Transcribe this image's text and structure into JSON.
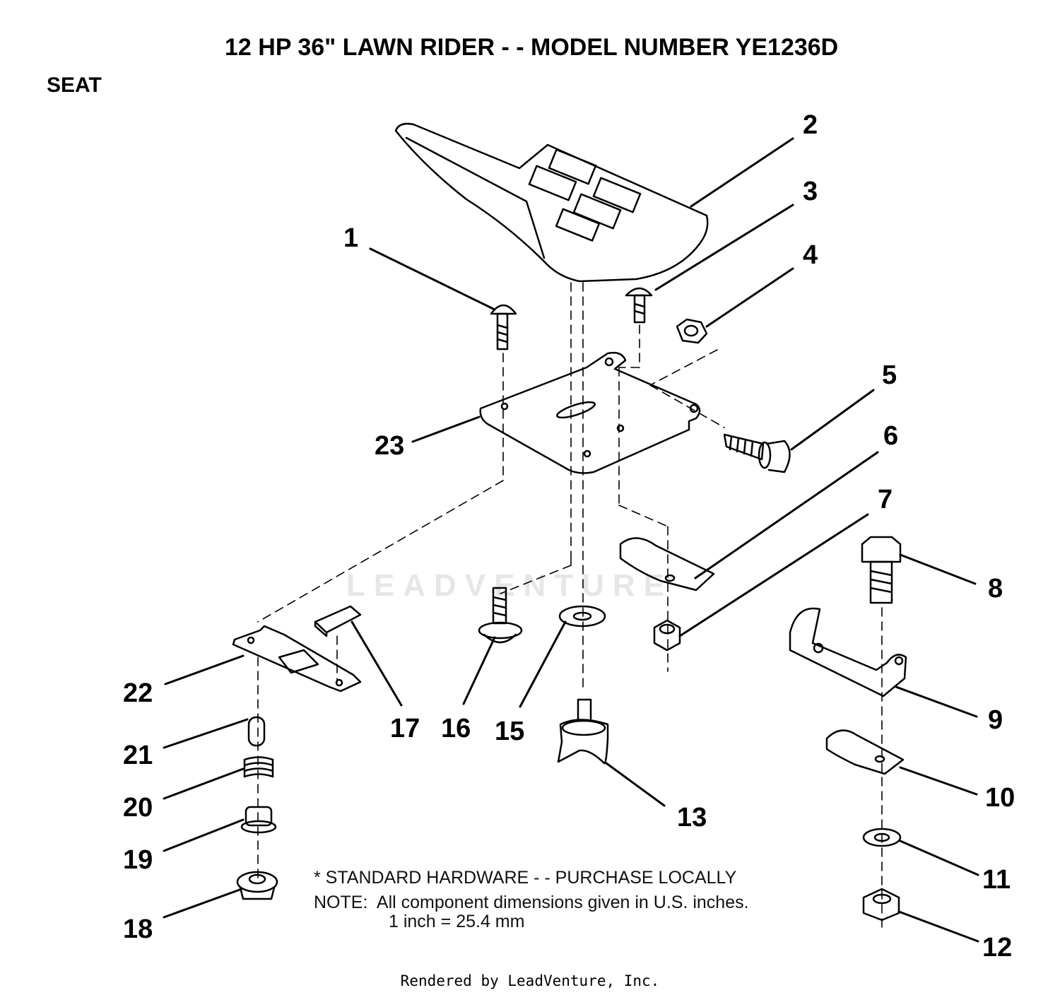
{
  "header": {
    "title": "12 HP 36\" LAWN RIDER - - MODEL NUMBER YE1236D",
    "section": "SEAT"
  },
  "callouts": [
    {
      "n": "1",
      "part": "carriage-bolt"
    },
    {
      "n": "2",
      "part": "seat"
    },
    {
      "n": "3",
      "part": "screw"
    },
    {
      "n": "4",
      "part": "nut"
    },
    {
      "n": "5",
      "part": "shoulder-bolt"
    },
    {
      "n": "6",
      "part": "clip"
    },
    {
      "n": "7",
      "part": "lock-nut"
    },
    {
      "n": "8",
      "part": "hex-bolt"
    },
    {
      "n": "9",
      "part": "bracket"
    },
    {
      "n": "10",
      "part": "clip"
    },
    {
      "n": "11",
      "part": "washer"
    },
    {
      "n": "12",
      "part": "lock-nut"
    },
    {
      "n": "13",
      "part": "knob"
    },
    {
      "n": "15",
      "part": "washer"
    },
    {
      "n": "16",
      "part": "flange-bolt"
    },
    {
      "n": "17",
      "part": "spacer-bar"
    },
    {
      "n": "18",
      "part": "flange-nut"
    },
    {
      "n": "19",
      "part": "bushing"
    },
    {
      "n": "20",
      "part": "spring"
    },
    {
      "n": "21",
      "part": "pin"
    },
    {
      "n": "22",
      "part": "slide-plate"
    },
    {
      "n": "23",
      "part": "seat-pan"
    }
  ],
  "notes": {
    "hardware": "* STANDARD HARDWARE - - PURCHASE LOCALLY",
    "note": "NOTE:  All component dimensions given in U.S. inches.",
    "conversion": "1 inch = 25.4 mm"
  },
  "watermark": "LEADVENTURE",
  "footer": "Rendered by LeadVenture, Inc."
}
